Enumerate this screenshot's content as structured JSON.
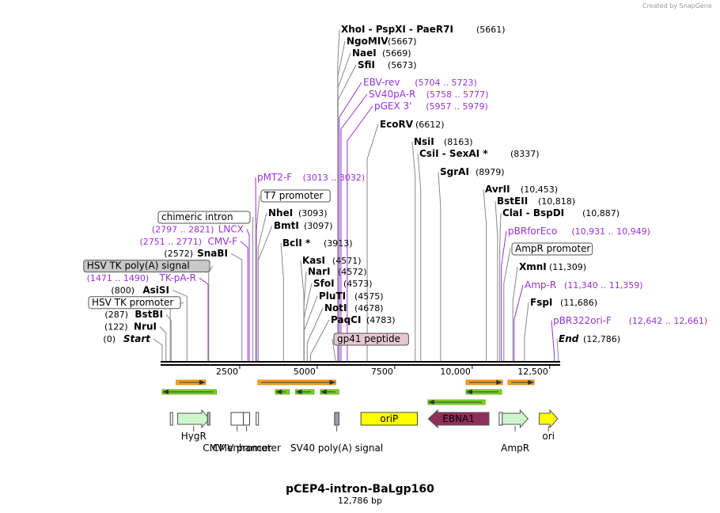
{
  "credit": "Created by SnapGene",
  "title": "pCEP4-intron-BaLgp160",
  "length_label": "12,786 bp",
  "map_length": 12786,
  "axis_ticks": [
    {
      "pos": 2500,
      "label": "2500"
    },
    {
      "pos": 5000,
      "label": "5000"
    },
    {
      "pos": 7500,
      "label": "7500"
    },
    {
      "pos": 10000,
      "label": "10,000"
    },
    {
      "pos": 12500,
      "label": "12,500"
    }
  ],
  "sites_left": [
    {
      "name": "Start",
      "pos": 0,
      "pos_label": "(0)",
      "italic": true
    },
    {
      "name": "NruI",
      "pos": 122,
      "pos_label": "(122)"
    },
    {
      "name": "BstBI",
      "pos": 287,
      "pos_label": "(287)"
    },
    {
      "name": "AsiSI",
      "pos": 800,
      "pos_label": "(800)"
    },
    {
      "name": "SnaBI",
      "pos": 2572,
      "pos_label": "(2572)"
    }
  ],
  "sites_right": [
    {
      "name": "NheI",
      "pos": 3093,
      "pos_label": "(3093)"
    },
    {
      "name": "BmtI",
      "pos": 3097,
      "pos_label": "(3097)"
    },
    {
      "name": "BclI *",
      "pos": 3913,
      "pos_label": "(3913)"
    },
    {
      "name": "KasI",
      "pos": 4571,
      "pos_label": "(4571)"
    },
    {
      "name": "NarI",
      "pos": 4572,
      "pos_label": "(4572)"
    },
    {
      "name": "SfoI",
      "pos": 4573,
      "pos_label": "(4573)"
    },
    {
      "name": "PluTI",
      "pos": 4575,
      "pos_label": "(4575)"
    },
    {
      "name": "NotI",
      "pos": 4678,
      "pos_label": "(4678)"
    },
    {
      "name": "PaqCI",
      "pos": 4783,
      "pos_label": "(4783)"
    },
    {
      "name": "XhoI  - PspXI  - PaeR7I",
      "pos": 5661,
      "pos_label": "(5661)"
    },
    {
      "name": "NgoMIV",
      "pos": 5667,
      "pos_label": "(5667)"
    },
    {
      "name": "NaeI",
      "pos": 5669,
      "pos_label": "(5669)"
    },
    {
      "name": "SfiI",
      "pos": 5673,
      "pos_label": "(5673)"
    },
    {
      "name": "EcoRV",
      "pos": 6612,
      "pos_label": "(6612)"
    },
    {
      "name": "NsiI",
      "pos": 8163,
      "pos_label": "(8163)"
    },
    {
      "name": "CsiI  - SexAI *",
      "pos": 8337,
      "pos_label": "(8337)"
    },
    {
      "name": "SgrAI",
      "pos": 8979,
      "pos_label": "(8979)"
    },
    {
      "name": "AvrII",
      "pos": 10453,
      "pos_label": "(10,453)"
    },
    {
      "name": "BstEII",
      "pos": 10818,
      "pos_label": "(10,818)"
    },
    {
      "name": "ClaI  - BspDI",
      "pos": 10887,
      "pos_label": "(10,887)"
    },
    {
      "name": "XmnI",
      "pos": 11309,
      "pos_label": "(11,309)"
    },
    {
      "name": "FspI",
      "pos": 11686,
      "pos_label": "(11,686)"
    },
    {
      "name": "End",
      "pos": 12786,
      "pos_label": "(12,786)",
      "italic": true
    }
  ],
  "primers_left": [
    {
      "name": "TK-pA-R",
      "range": "(1471 .. 1490)",
      "pos": 1480
    },
    {
      "name": "CMV-F",
      "range": "(2751 .. 2771)",
      "pos": 2761
    },
    {
      "name": "LNCX",
      "range": "(2797 .. 2821)",
      "pos": 2809
    }
  ],
  "primers_right": [
    {
      "name": "pMT2-F",
      "range": "(3013 .. 3032)",
      "pos": 3022
    },
    {
      "name": "EBV-rev",
      "range": "(5704 .. 5723)",
      "pos": 5713
    },
    {
      "name": "SV40pA-R",
      "range": "(5758 .. 5777)",
      "pos": 5767
    },
    {
      "name": "pGEX 3'",
      "range": "(5957 .. 5979)",
      "pos": 5968
    },
    {
      "name": "pBRforEco",
      "range": "(10,931 .. 10,949)",
      "pos": 10940
    },
    {
      "name": "Amp-R",
      "range": "(11,340 .. 11,359)",
      "pos": 11350
    },
    {
      "name": "pBR322ori-F",
      "range": "(12,642 .. 12,661)",
      "pos": 12651
    }
  ],
  "boxed_labels": [
    {
      "name": "HSV TK promoter",
      "pos": 260,
      "fill": "#ffffff",
      "side": "left"
    },
    {
      "name": "HSV TK poly(A) signal",
      "pos": 1500,
      "fill": "#c8c8c8",
      "side": "left"
    },
    {
      "name": "chimeric intron",
      "pos": 2920,
      "fill": "#ffffff",
      "side": "left"
    },
    {
      "name": "T7 promoter",
      "pos": 3040,
      "fill": "#ffffff",
      "side": "right"
    },
    {
      "name": "gp41 peptide",
      "pos": 5600,
      "fill": "#e6c6d2",
      "side": "right"
    },
    {
      "name": "AmpR promoter",
      "pos": 11020,
      "fill": "#ffffff",
      "side": "right"
    }
  ],
  "features": [
    {
      "name": "HygR",
      "label": "HygR",
      "start": 500,
      "end": 1530,
      "color": "#ccf7cc",
      "kind": "arrow-right"
    },
    {
      "name": "HSV TK promoter",
      "label": "",
      "start": 260,
      "end": 310,
      "color": "#ffffff",
      "kind": "box"
    },
    {
      "name": "HSV TK poly(A) signal",
      "label": "",
      "start": 1460,
      "end": 1530,
      "color": "#bbbbbb",
      "kind": "box"
    },
    {
      "name": "CMV enhancer",
      "label": "CMV enhancer",
      "start": 2220,
      "end": 2620,
      "color": "#ffffff",
      "kind": "box"
    },
    {
      "name": "CMV promoter",
      "label": "CMV promoter",
      "start": 2620,
      "end": 2820,
      "color": "#ffffff",
      "kind": "box"
    },
    {
      "name": "T7 promoter",
      "label": "",
      "start": 3030,
      "end": 3070,
      "color": "#ffffff",
      "kind": "box"
    },
    {
      "name": "SV40 poly(A) signal",
      "label": "SV40 poly(A) signal",
      "start": 5560,
      "end": 5700,
      "color": "#9aa0b0",
      "kind": "box"
    },
    {
      "name": "oriP",
      "label": "oriP",
      "start": 6410,
      "end": 8230,
      "color": "#ffff00",
      "kind": "box"
    },
    {
      "name": "EBNA1",
      "label": "EBNA1",
      "start": 8580,
      "end": 10540,
      "color": "#8e2f5c",
      "kind": "arrow-left"
    },
    {
      "name": "AmpR promoter",
      "label": "",
      "start": 10870,
      "end": 10970,
      "color": "#ffffff",
      "kind": "box"
    },
    {
      "name": "AmpR",
      "label": "AmpR",
      "start": 10970,
      "end": 11800,
      "color": "#ccf7cc",
      "kind": "arrow-right"
    },
    {
      "name": "ori",
      "label": "ori",
      "start": 12160,
      "end": 12760,
      "color": "#ffff00",
      "kind": "arrow-right"
    }
  ],
  "orfs": [
    {
      "start": 450,
      "end": 1400,
      "dir": "right",
      "kind": "orange",
      "row": 0
    },
    {
      "start": 0,
      "end": 1750,
      "dir": "left",
      "kind": "green",
      "row": 1
    },
    {
      "start": 3080,
      "end": 5600,
      "dir": "right",
      "kind": "orange",
      "row": 0
    },
    {
      "start": 3650,
      "end": 4100,
      "dir": "left",
      "kind": "green",
      "row": 1
    },
    {
      "start": 4300,
      "end": 4900,
      "dir": "left",
      "kind": "green",
      "row": 1
    },
    {
      "start": 5100,
      "end": 5700,
      "dir": "left",
      "kind": "green",
      "row": 1
    },
    {
      "start": 9800,
      "end": 10980,
      "dir": "right",
      "kind": "orange",
      "row": 0
    },
    {
      "start": 9800,
      "end": 10950,
      "dir": "left",
      "kind": "green",
      "row": 1
    },
    {
      "start": 8570,
      "end": 10420,
      "dir": "left",
      "kind": "green",
      "row": 2
    },
    {
      "start": 11150,
      "end": 12000,
      "dir": "right",
      "kind": "orange",
      "row": 0
    }
  ]
}
